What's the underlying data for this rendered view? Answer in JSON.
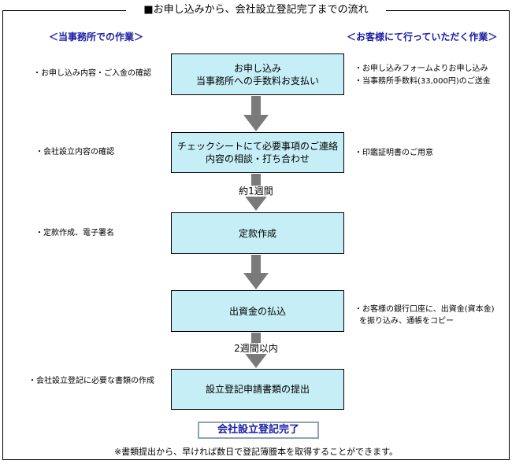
{
  "title": "■お申し込みから、会社設立登記完了までの流れ",
  "left_heading": "＜当事務所での作業＞",
  "right_heading": "＜お客様にて行っていただく作業＞",
  "steps": [
    {
      "line1": "お申し込み",
      "line2": "当事務所への手数料お支払い"
    },
    {
      "line1": "チェックシートにて必要事項のご連絡",
      "line2": "内容の相談・打ち合わせ"
    },
    {
      "line1": "定款作成",
      "line2": ""
    },
    {
      "line1": "出資金の払込",
      "line2": ""
    },
    {
      "line1": "設立登記申請書類の提出",
      "line2": ""
    }
  ],
  "left_notes": [
    "・お申し込み内容・ご入金の確認",
    "・会社設立内容の確認",
    "・定款作成、電子署名",
    "・会社設立登記に必要な書類の作成"
  ],
  "right_notes": {
    "step1_a": "・お申し込みフォームよりお申し込み",
    "step1_b": "・当事務所手数料(33,000円)のご送金",
    "step2": "・印鑑証明書のご用意",
    "step4_a": "・お客様の銀行口座に、出資金(資本金)",
    "step4_b": "を振り込み、通帳をコピー"
  },
  "between_labels": {
    "after_step2": "約1週間",
    "after_step4": "2週間以内"
  },
  "complete_label": "会社設立登記完了",
  "footnote": "※書類提出から、早ければ数日で登記簿謄本を取得することができます。",
  "colors": {
    "box_fill": "#c6eef6",
    "arrow": "#7a7a7a",
    "heading": "#1a1aa6",
    "complete_border": "#8fa2b8"
  }
}
